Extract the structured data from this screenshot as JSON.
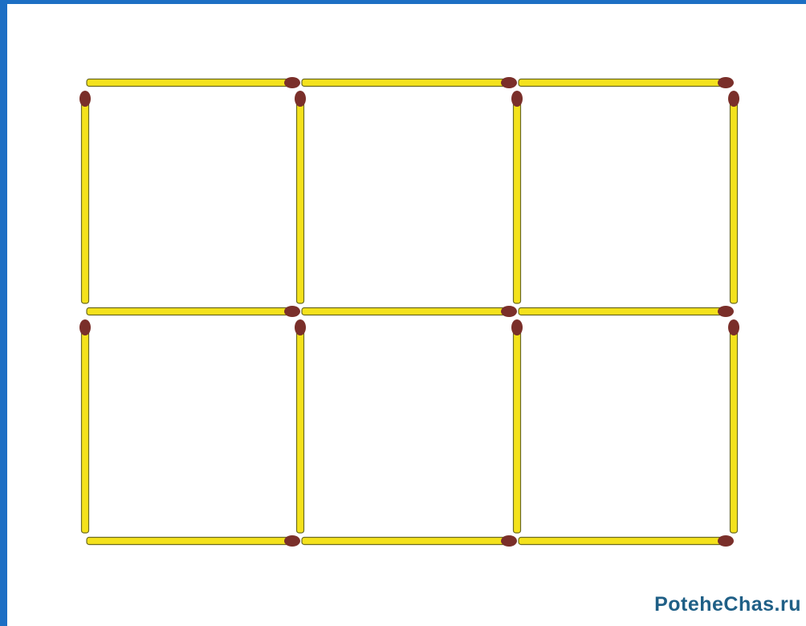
{
  "puzzle": {
    "grid_rows": 2,
    "grid_cols": 3,
    "matchstick_count": 17,
    "square_count": 6
  },
  "colors": {
    "frame_accent": "#1d6fc4",
    "match_stick": "#f4e21c",
    "match_stick_outline": "#6b6a22",
    "match_head": "#7a2f2a",
    "background": "#ffffff",
    "watermark": "#1f5f86"
  },
  "watermark": {
    "text": "PoteheChas.ru"
  }
}
